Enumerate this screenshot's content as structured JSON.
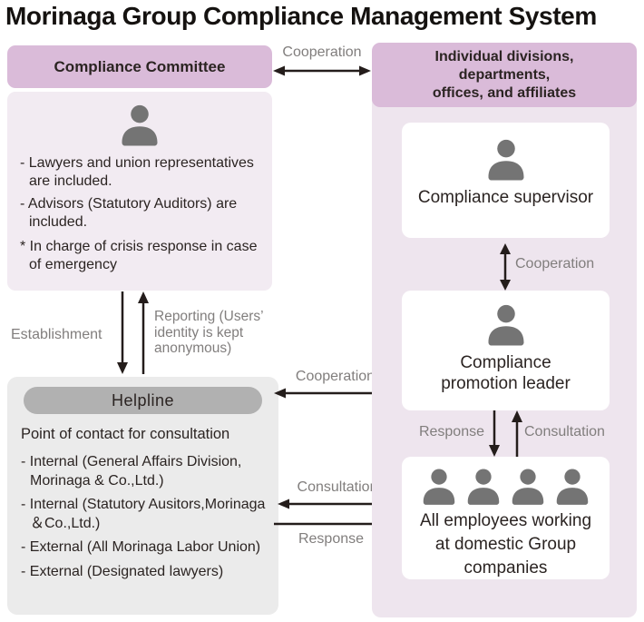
{
  "title": "Morinaga Group Compliance Management System",
  "labels": {
    "cooperation_top": "Cooperation",
    "cooperation_mid": "Cooperation",
    "cooperation_right": "Cooperation",
    "establishment": "Establishment",
    "reporting": "Reporting (Users’ identity is kept anonymous)",
    "consultation_mid": "Consultation",
    "response_mid": "Response",
    "response_right": "Response",
    "consultation_right": "Consultation"
  },
  "committee": {
    "header": "Compliance Committee",
    "notes": [
      "- Lawyers and union representatives are included.",
      "- Advisors (Statutory Auditors) are included.",
      "* In charge of crisis response in case of emergency"
    ]
  },
  "helpline": {
    "header": "Helpline",
    "subtitle": "Point of contact for consultation",
    "items": [
      "- Internal (General Affairs Division, Morinaga & Co.,Ltd.)",
      "- Internal (Statutory Ausitors,Morinaga＆Co.,Ltd.)",
      "- External (All Morinaga Labor Union)",
      "- External (Designated lawyers)"
    ]
  },
  "right_panel": {
    "header_lines": [
      "Individual divisions,",
      "departments,",
      "offices, and affiliates"
    ],
    "supervisor_label": "Compliance supervisor",
    "promotion_lines": [
      "Compliance",
      "promotion leader"
    ],
    "employees_lines": [
      "All employees working",
      "at domestic Group",
      "companies"
    ]
  },
  "icons": {
    "person": "person-silhouette",
    "employees_group": "four-person-silhouettes"
  },
  "colors": {
    "header_pink": "#dabbd9",
    "committee_body_pink": "#f2ebf2",
    "panel_body_pink": "#eee5ee",
    "helpline_gray": "#ebebeb",
    "helpline_pill_gray": "#b1b1b1",
    "white_box": "#ffffff",
    "person_icon_gray": "#747474",
    "arrow_dark": "#241d1b",
    "label_gray": "#817e7d",
    "text_dark": "#2b2422"
  }
}
